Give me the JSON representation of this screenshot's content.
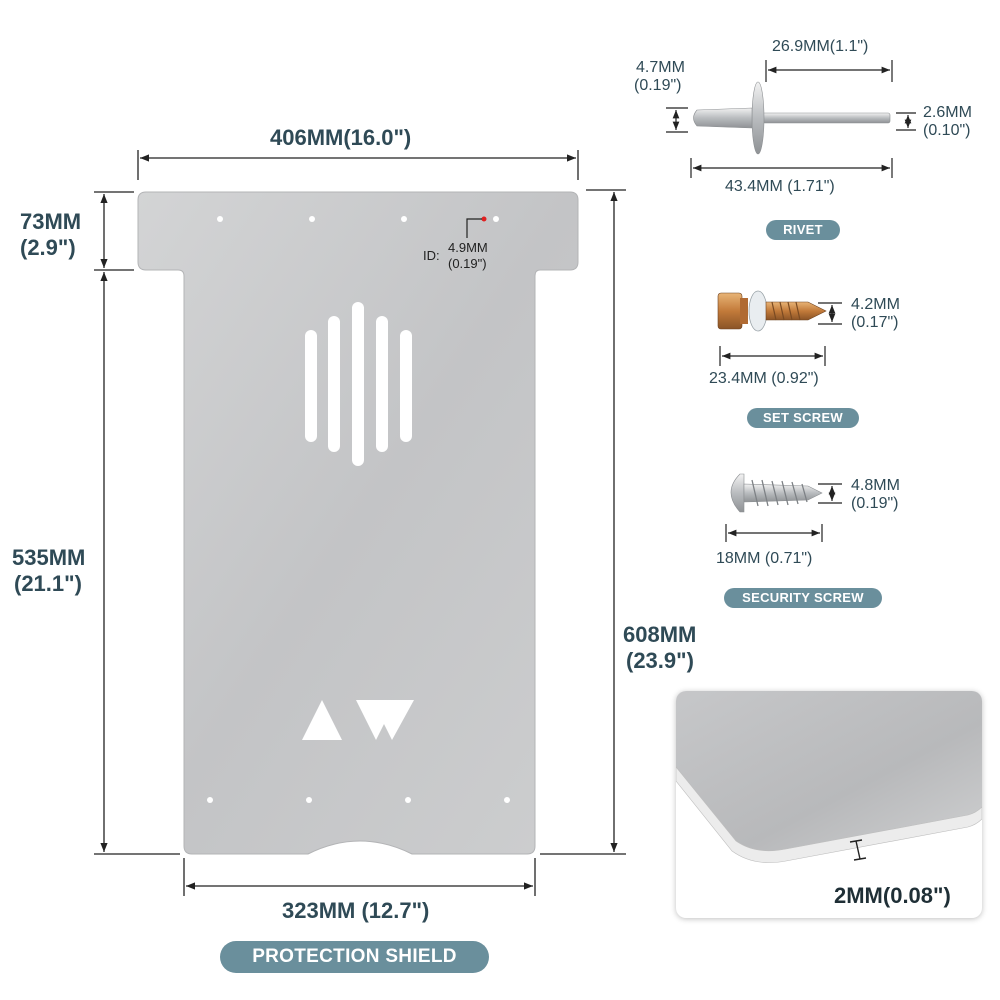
{
  "shield": {
    "width_top": "406MM(16.0\")",
    "tab_height_mm": "73MM",
    "tab_height_in": "(2.9\")",
    "hole_id_label": "ID:",
    "hole_id_mm": "4.9MM",
    "hole_id_in": "(0.19\")",
    "body_height_mm": "535MM",
    "body_height_in": "(21.1\")",
    "total_height_mm": "608MM",
    "total_height_in": "(23.9\")",
    "width_bottom": "323MM (12.7\")",
    "title": "PROTECTION SHIELD"
  },
  "rivet": {
    "length_mm": "26.9MM(1.1\")",
    "head_mm": "4.7MM",
    "head_in": "(0.19\")",
    "tip_mm": "2.6MM",
    "tip_in": "(0.10\")",
    "total_length": "43.4MM (1.71\")",
    "title": "RIVET"
  },
  "set_screw": {
    "dia_mm": "4.2MM",
    "dia_in": "(0.17\")",
    "length": "23.4MM (0.92\")",
    "title": "SET SCREW"
  },
  "security_screw": {
    "dia_mm": "4.8MM",
    "dia_in": "(0.19\")",
    "length": "18MM (0.71\")",
    "title": "SECURITY SCREW"
  },
  "thickness": {
    "label": "2MM(0.08\")"
  },
  "colors": {
    "dimension_text": "#2f4a56",
    "pill_background": "#6a8f9c",
    "plate_metal": "#c8c9ca",
    "hole_marker": "#e02020"
  }
}
